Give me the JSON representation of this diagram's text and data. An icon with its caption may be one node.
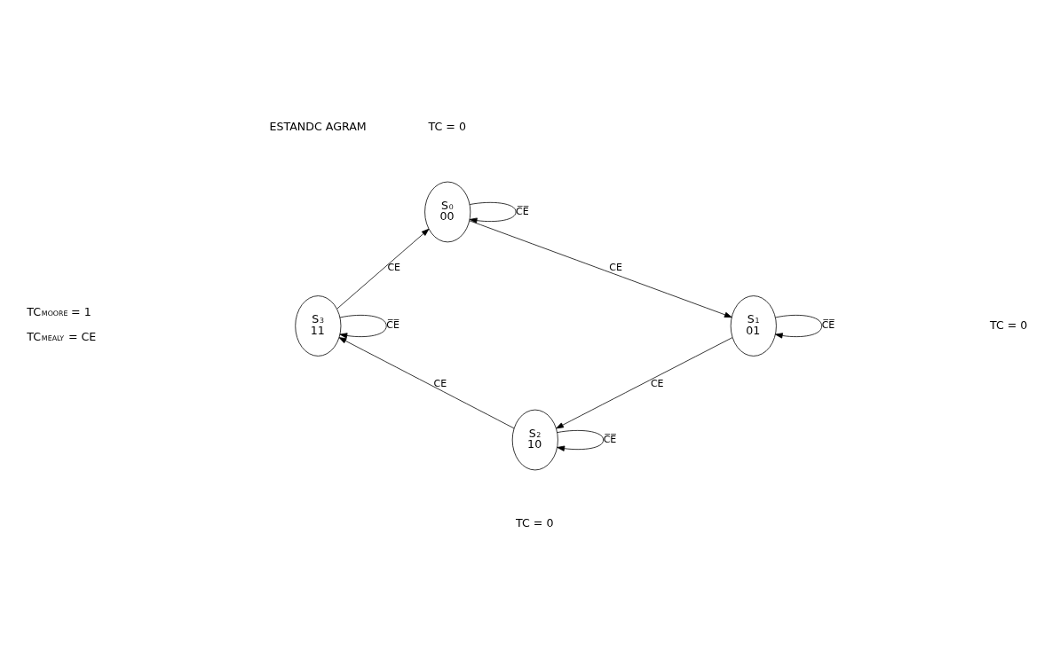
{
  "diagram": {
    "nodes": [
      {
        "text": [
          "S$_{0}$",
          "00"
        ]
      },
      {
        "text": [
          "S$_{1}$",
          "01"
        ]
      },
      {
        "text": [
          "S$_{2}$",
          "10"
        ]
      },
      {
        "text": [
          "S$_{3}$",
          "11"
        ]
      }
    ],
    "edges": [
      {
        "from": 0,
        "to": 1,
        "arrow": "to",
        "label": "CE"
      },
      {
        "from": 1,
        "to": 2,
        "arrow": "to",
        "label": "CE"
      },
      {
        "from": 2,
        "to": 3,
        "arrow": "to",
        "label": "CE"
      },
      {
        "from": 3,
        "to": 0,
        "arrow": "to",
        "label": "CE"
      },
      {
        "from": 0,
        "to": 0,
        "arrow": "to",
        "label": "C̅E̅"
      },
      {
        "from": 1,
        "to": 1,
        "arrow": "to",
        "label": "C̅E̅"
      },
      {
        "from": 2,
        "to": 2,
        "arrow": "to",
        "label": "C̅E̅"
      },
      {
        "from": 3,
        "to": 3,
        "arrow": "to",
        "label": "C̅E̅"
      }
    ],
    "labels": [
      "ESTANDC AGRAM",
      "TC = 0",
      "TC$_{MOORE}$ = 1",
      "TC = 0",
      "TC$_{MEALY}$ = CE",
      "TC = 0"
    ]
  }
}
